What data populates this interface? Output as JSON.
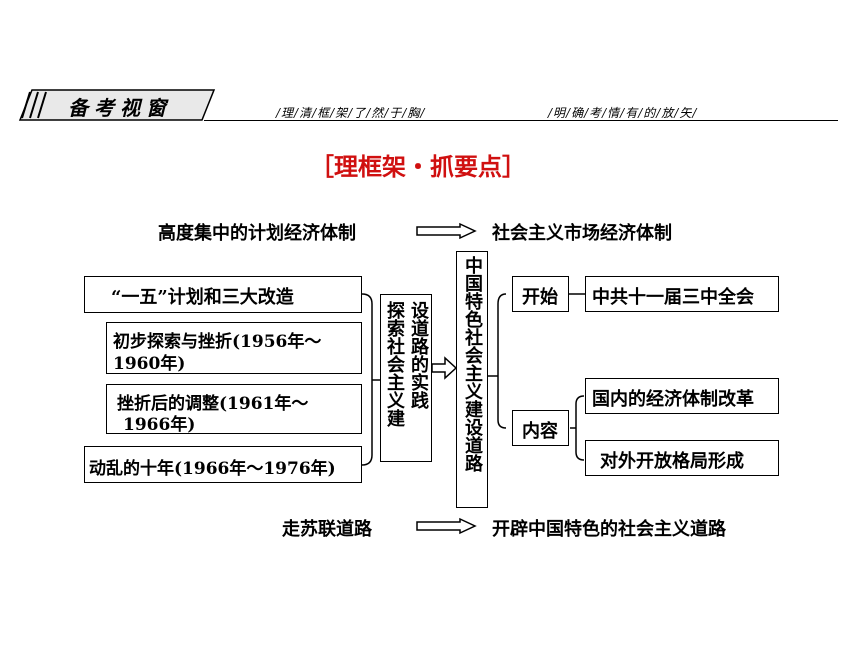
{
  "header": {
    "badge": "备考视窗",
    "left_phrase": "/理/清/框/架/了/然/于/胸/",
    "right_phrase": "/明/确/考/情/有/的/放/矢/"
  },
  "section_title": "［理框架・抓要点］",
  "diagram": {
    "top_from": "高度集中的计划经济体制",
    "top_to": "社会主义市场经济体制",
    "bottom_from": "走苏联道路",
    "bottom_to": "开辟中国特色的社会主义道路",
    "left_items": [
      "“一五”计划和三大改造",
      "初步探索与挫折(1956年～1960年)",
      "挫折后的调整(1961年～1966年)",
      "动乱的十年(1966年～1976年)"
    ],
    "left_item2_lines": [
      "初步探索与挫折(1956年～",
      "1960年)"
    ],
    "left_item3_lines": [
      "挫折后的调整(1961年～",
      "1966年)"
    ],
    "explore_box": "探索社会主义建设道路的实践",
    "explore_col1": "探索社会主义建",
    "explore_col2": "设道路的实践",
    "center_box": "中国特色社会主义建设道路",
    "start_label": "开始",
    "start_value": "中共十一届三中全会",
    "content_label": "内容",
    "content_items": [
      "国内的经济体制改革",
      "对外开放格局形成"
    ]
  }
}
